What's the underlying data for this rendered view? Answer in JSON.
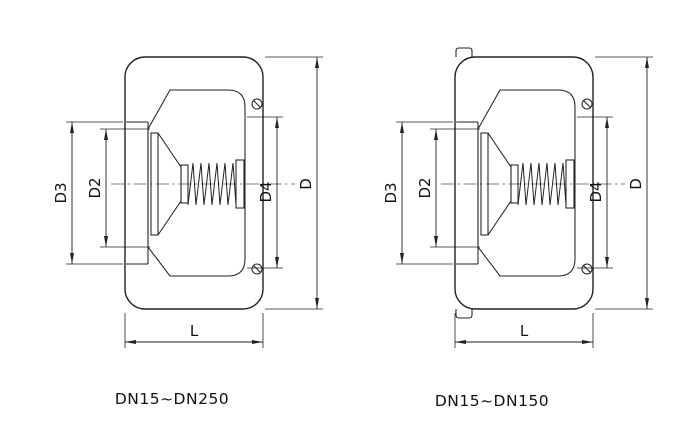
{
  "diagram": {
    "background_color": "#ffffff",
    "line_color": "#222222",
    "valves": {
      "left": {
        "caption": "DN15~DN250",
        "dim_d3": "D3",
        "dim_d2": "D2",
        "dim_d4": "D4",
        "dim_d": "D",
        "dim_l": "L"
      },
      "right": {
        "caption": "DN15~DN150",
        "dim_d3": "D3",
        "dim_d2": "D2",
        "dim_d4": "D4",
        "dim_d": "D",
        "dim_l": "L"
      }
    }
  }
}
